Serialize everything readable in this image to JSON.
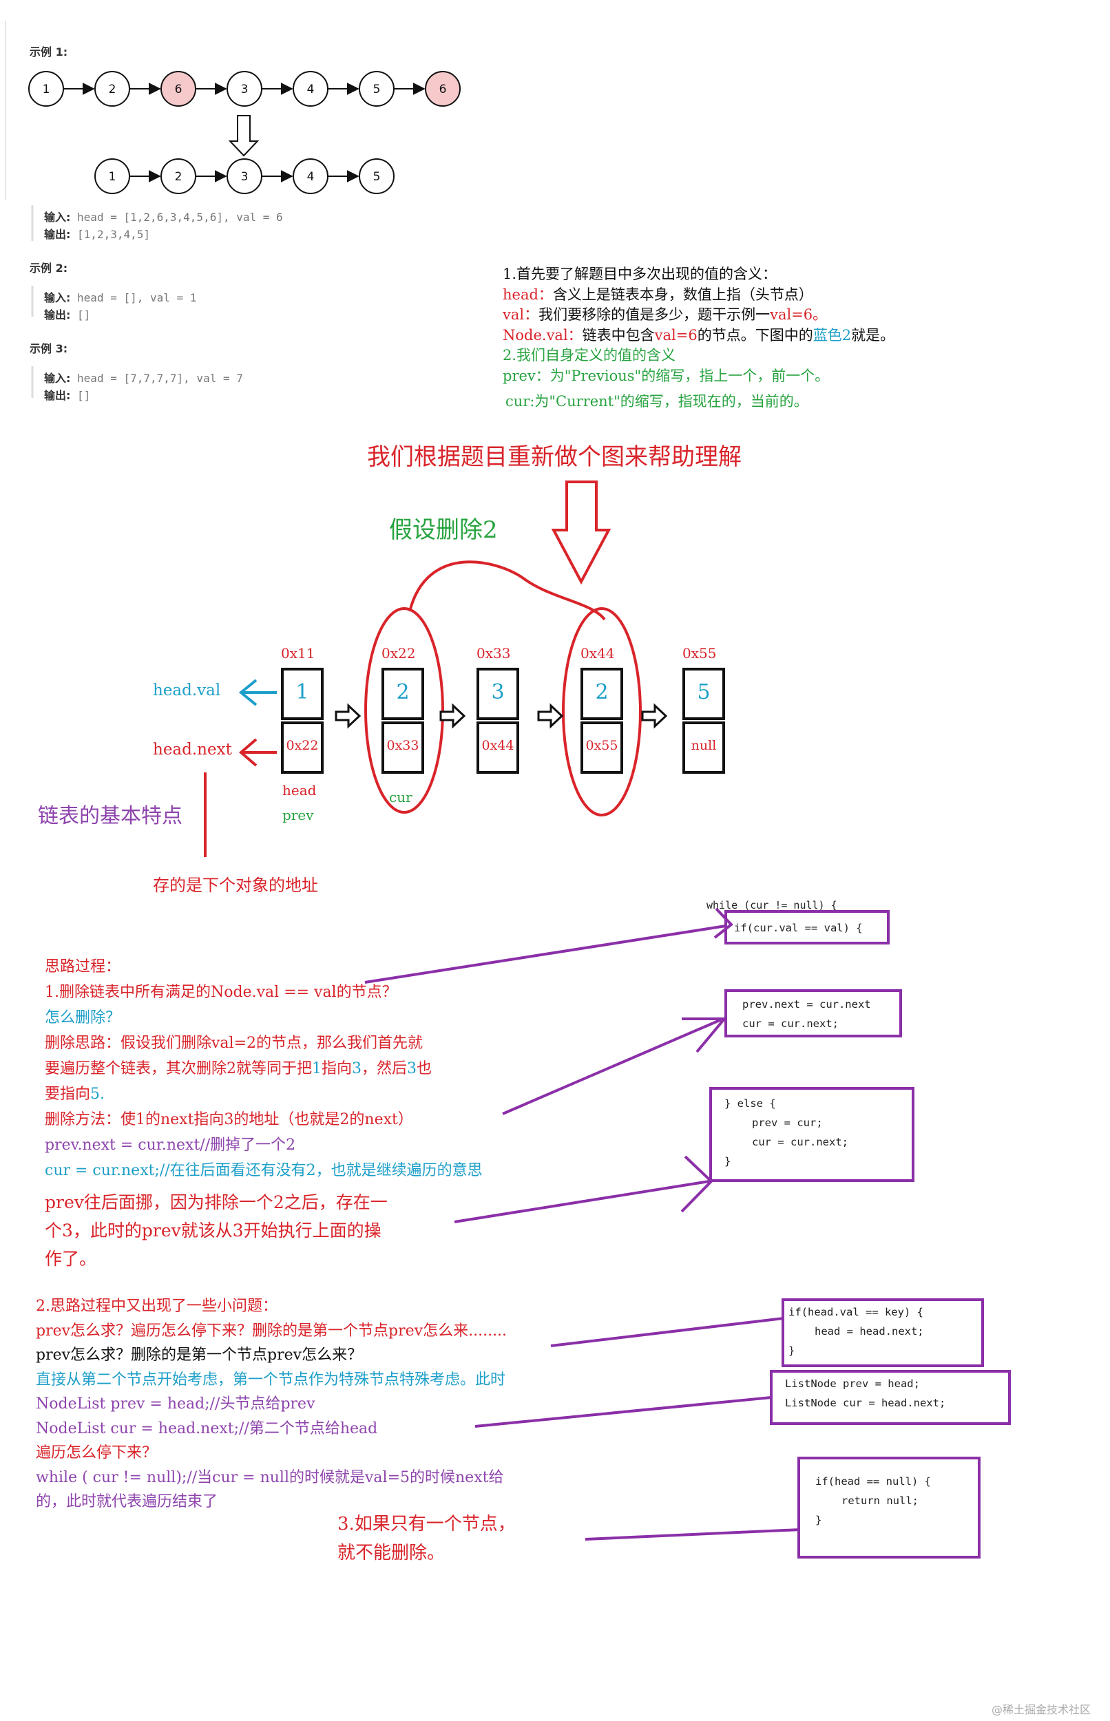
{
  "leetcode": {
    "example1_title": "示例 1:",
    "example2_title": "示例 2:",
    "example3_title": "示例 3:",
    "input_label": "输入:",
    "output_label": "输出:",
    "ex1_input": " head = [1,2,6,3,4,5,6], val = 6",
    "ex1_output": " [1,2,3,4,5]",
    "ex2_input": " head = [], val = 1",
    "ex2_output": " []",
    "ex3_input": " head = [7,7,7,7], val = 7",
    "ex3_output": " []",
    "row1_nodes": [
      "1",
      "2",
      "6",
      "3",
      "4",
      "5",
      "6"
    ],
    "row2_nodes": [
      "1",
      "2",
      "3",
      "4",
      "5"
    ]
  },
  "intro": {
    "line1": "1.首先要了解题目中多次出现的值的含义：",
    "line2_key": "head：",
    "line2_rest": "含义上是链表本身，数值上指（头节点）",
    "line3_key": "val：",
    "line3_rest": "我们要移除的值是多少，题干示例一",
    "line3_tail": "val=6。",
    "line4_key": "Node.val：",
    "line4_rest": "链表中包含",
    "line4_mid": "val=6",
    "line4_rest2": "的节点。下图中的",
    "line4_blue": "蓝色2",
    "line4_end": "就是。",
    "line5": "2.我们自身定义的值的含义",
    "line6": "prev：为\"Previous\"的缩写，指上一个，前一个。",
    "line7": "cur:为\"Current\"的缩写，指现在的，当前的。"
  },
  "diagram": {
    "heading": "我们根据题目重新做个图来帮助理解",
    "assume": "假设删除2",
    "nodes": [
      {
        "addr": "0x11",
        "val": "1",
        "next": "0x22"
      },
      {
        "addr": "0x22",
        "val": "2",
        "next": "0x33"
      },
      {
        "addr": "0x33",
        "val": "3",
        "next": "0x44"
      },
      {
        "addr": "0x44",
        "val": "2",
        "next": "0x55"
      },
      {
        "addr": "0x55",
        "val": "5",
        "next": "null"
      }
    ],
    "head_val": "head.val",
    "head_next": "head.next",
    "label_head": "head",
    "label_prev": "prev",
    "label_cur": "cur",
    "feature": "链表的基本特点",
    "feature_note": "存的是下个对象的地址"
  },
  "thinking": {
    "t0": "思路过程：",
    "t1": "1.删除链表中所有满足的Node.val  ==  val的节点？",
    "t2": "怎么删除？",
    "t3a": "删除思路：假设我们删除val=2的节点，那么我们首先就",
    "t3b": "要遍历整个链表，其次删除2就等同于把",
    "t3b_1": "1",
    "t3b_2": "指向",
    "t3b_3": "3",
    "t3b_4": "，然后",
    "t3b_5": "3",
    "t3b_6": "也",
    "t3c": "要指向",
    "t3c_5": "5.",
    "t4": "删除方法：使1的next指向3的地址（也就是2的next）",
    "t5": "prev.next  =  cur.next//删掉了一个2",
    "t6": "cur  =  cur.next;//在往后面看还有没有2，也就是继续遍历的意思",
    "t7a": "prev往后面挪，因为排除一个2之后，存在一",
    "t7b": "个3，此时的prev就该从3开始执行上面的操",
    "t7c": "作了。"
  },
  "part2": {
    "p0": "2.思路过程中又出现了一些小问题：",
    "p1": "prev怎么求？遍历怎么停下来？删除的是第一个节点prev怎么来........",
    "p2": "prev怎么求？删除的是第一个节点prev怎么来？",
    "p3": "直接从第二个节点开始考虑，第一个节点作为特殊节点特殊考虑。此时",
    "p4": "NodeList  prev  =  head;//头节点给prev",
    "p5": "NodeList  cur  =  head.next;//第二个节点给head",
    "p6": "遍历怎么停下来？",
    "p7": "while  (  cur  !=  null);//当cur  =  null的时候就是val=5的时候next给",
    "p8": "的，此时就代表遍历结束了",
    "p9a": "3.如果只有一个节点，",
    "p9b": "就不能删除。"
  },
  "code": {
    "while_line": "while (cur != null) {",
    "if_line": "if(cur.val == val) {",
    "del1": "prev.next = cur.next",
    "del2": "cur = cur.next;",
    "else1": "} else {",
    "else2": "prev = cur;",
    "else3": "cur = cur.next;",
    "else4": "}",
    "head1": "if(head.val == key) {",
    "head2": "head = head.next;",
    "head3": "}",
    "init1": "ListNode prev = head;",
    "init2": "ListNode cur = head.next;",
    "null1": "if(head == null) {",
    "null2": "return null;",
    "null3": "}"
  },
  "watermark": "@稀土掘金技术社区"
}
